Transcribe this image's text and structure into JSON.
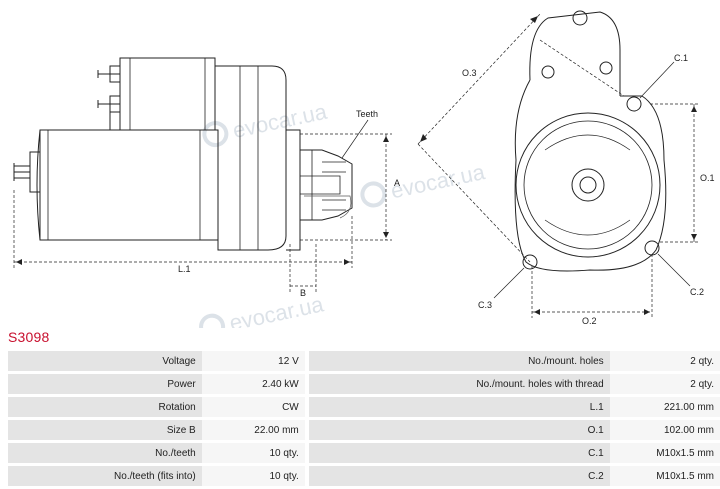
{
  "product_code": "S3098",
  "watermark": "evocar.ua",
  "drawing": {
    "side_labels": {
      "teeth": "Teeth",
      "a": "A",
      "b": "B",
      "l1": "L.1"
    },
    "front_labels": {
      "o3": "O.3",
      "o1": "O.1",
      "o2": "O.2",
      "c1": "C.1",
      "c2": "C.2",
      "c3": "C.3"
    }
  },
  "specs": [
    {
      "left_label": "Voltage",
      "left_value": "12 V",
      "right_label": "No./mount. holes",
      "right_value": "2 qty."
    },
    {
      "left_label": "Power",
      "left_value": "2.40 kW",
      "right_label": "No./mount. holes with thread",
      "right_value": "2 qty."
    },
    {
      "left_label": "Rotation",
      "left_value": "CW",
      "right_label": "L.1",
      "right_value": "221.00 mm"
    },
    {
      "left_label": "Size B",
      "left_value": "22.00 mm",
      "right_label": "O.1",
      "right_value": "102.00 mm"
    },
    {
      "left_label": "No./teeth",
      "left_value": "10 qty.",
      "right_label": "C.1",
      "right_value": "M10x1.5 mm"
    },
    {
      "left_label": "No./teeth (fits into)",
      "left_value": "10 qty.",
      "right_label": "C.2",
      "right_value": "M10x1.5 mm"
    }
  ]
}
